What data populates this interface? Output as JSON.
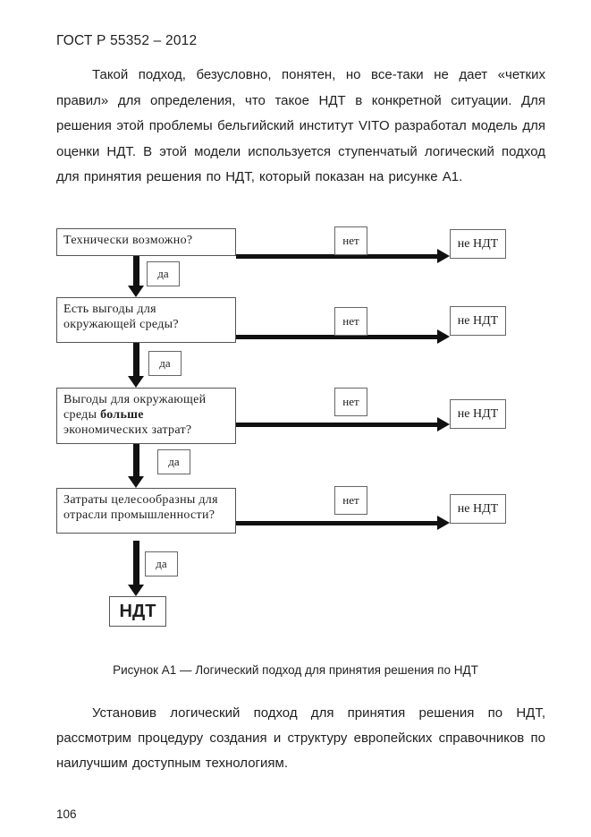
{
  "document": {
    "header": "ГОСТ Р 55352 – 2012",
    "paragraph_intro": "Такой подход, безусловно, понятен, но все-таки не дает «четких правил» для определения, что такое НДТ в конкретной ситуации. Для решения этой проблемы бельгийский институт VITO разработал модель для оценки НДТ. В этой модели используется ступенчатый логический подход для принятия решения по НДТ, который показан на рисунке А1.",
    "paragraph_outro": "Установив логический подход для принятия решения по НДТ, рассмотрим процедуру создания и структуру европейских справочников по наилучшим доступным технологиям.",
    "page_number": "106"
  },
  "flowchart": {
    "caption": "Рисунок А1 — Логический подход для принятия решения по НДТ",
    "yes_label": "да",
    "no_label": "нет",
    "reject_label": "не НДТ",
    "result_label": "НДТ",
    "questions": [
      {
        "text": "Технически возможно?"
      },
      {
        "text": "Есть выгоды для окружающей среды?"
      },
      {
        "pre": "Выгоды для окружающей среды ",
        "bold": "больше",
        "post": " экономических затрат?"
      },
      {
        "text": "Затраты целесообразны для отрасли промышленности?"
      }
    ]
  },
  "colors": {
    "background": "#ffffff",
    "text": "#1f1f1f",
    "box_border": "#555555",
    "arrow": "#111111"
  }
}
